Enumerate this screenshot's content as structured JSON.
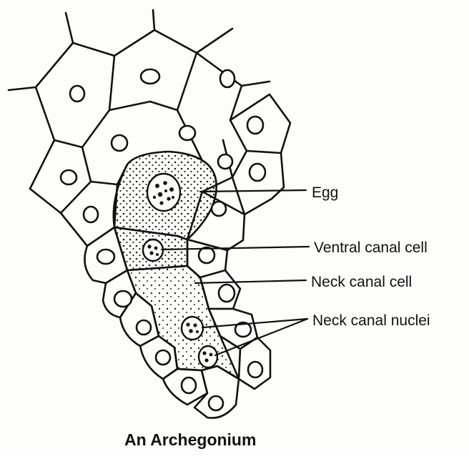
{
  "labels": {
    "egg": "Egg",
    "ventral_canal_cell": "Ventral canal cell",
    "neck_canal_cell": "Neck canal cell",
    "neck_canal_nuclei": "Neck canal nuclei"
  },
  "title": "An Archegonium"
}
